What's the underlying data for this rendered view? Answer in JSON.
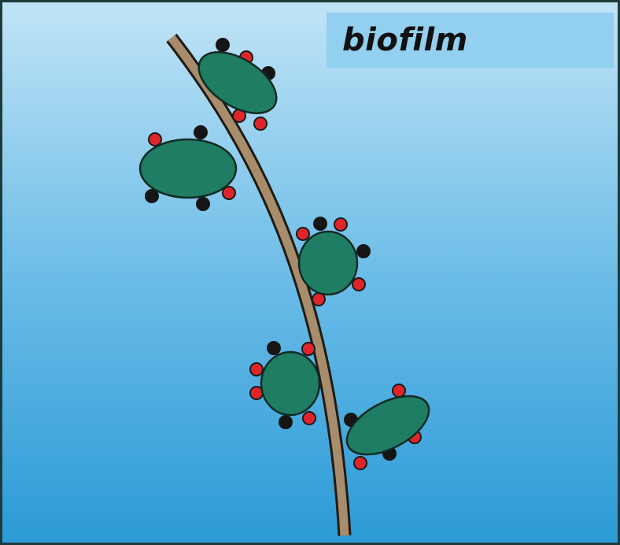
{
  "label": "biofilm",
  "colors": {
    "water_top": "#c1e4f6",
    "water_mid": "#6dbde8",
    "water_bottom": "#2b9ad6",
    "border": "#1e3a3a",
    "fiber_fill": "#a78d6b",
    "fiber_outline": "#1f1a15",
    "cell_fill": "#1f7d64",
    "cell_outline": "#102a22",
    "receptor_red": "#e0252a",
    "receptor_black": "#151515"
  },
  "icons": {
    "fiber": "plant-fiber",
    "cell": "bacterial-cell",
    "red_dot": "red-surface-marker",
    "black_dot": "black-surface-marker"
  }
}
